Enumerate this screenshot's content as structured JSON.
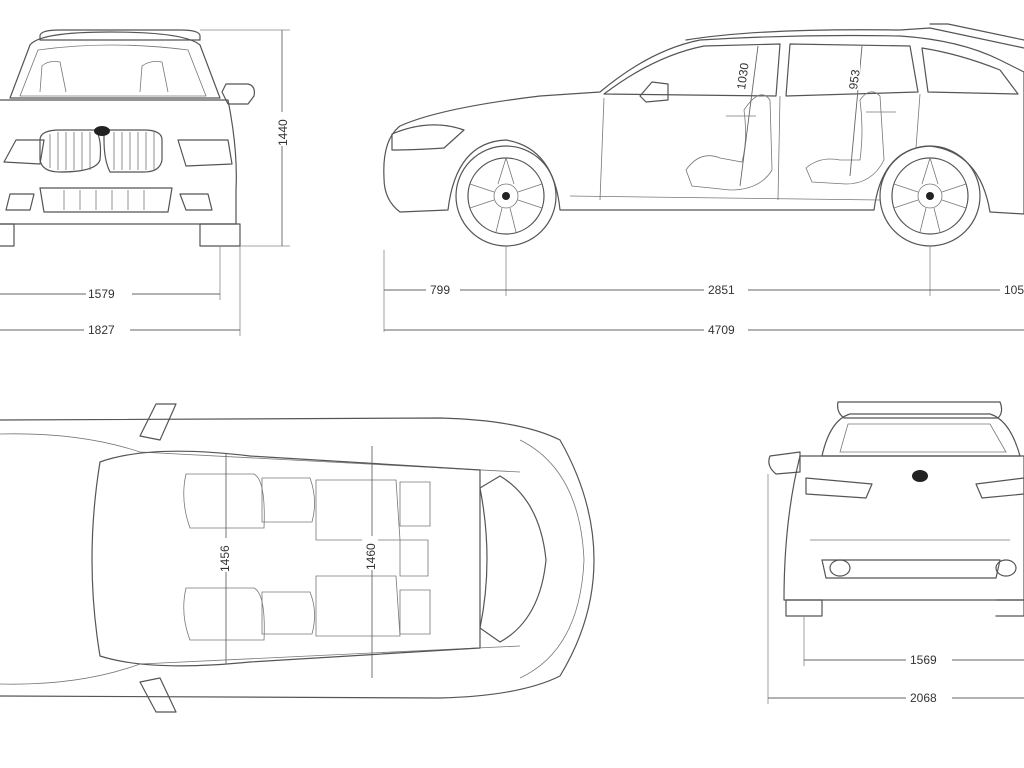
{
  "views": {
    "front": {
      "dimensions": {
        "height": "1440",
        "track": "1579",
        "width": "1827"
      }
    },
    "side": {
      "dimensions": {
        "front_overhang": "799",
        "wheelbase": "2851",
        "rear_overhang": "105",
        "length": "4709",
        "front_headroom": "1030",
        "rear_headroom": "953"
      }
    },
    "top": {
      "dimensions": {
        "front_shoulder": "1456",
        "rear_shoulder": "1460"
      }
    },
    "rear": {
      "dimensions": {
        "track": "1569",
        "width_with_mirrors": "2068"
      }
    }
  },
  "colors": {
    "line": "#555555",
    "text": "#333333",
    "background": "#ffffff",
    "logo": "#222222"
  }
}
